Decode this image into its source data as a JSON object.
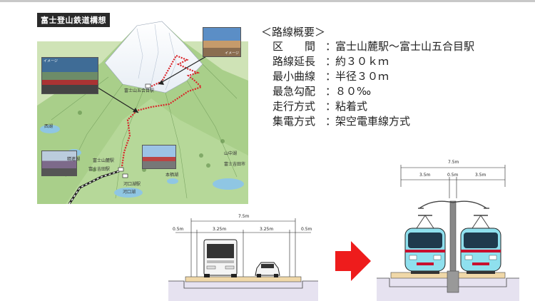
{
  "map": {
    "title": "富士登山鉄道構想",
    "labels": {
      "gogome_station": "富士山五合目駅",
      "fumoto_station": "富士山麓駅",
      "yoshida_station": "富士吉田駅",
      "kawaguchiko_station": "河口湖駅",
      "saiko": "西湖",
      "shojiko": "精進湖",
      "motosuko": "本栖湖",
      "kawaguchiko_lake": "河口湖",
      "yamanakako": "山中湖",
      "fujiyoshida_city": "富士吉田市"
    },
    "photo_caption_left": "イメージ",
    "photo_caption_right": "イメージ"
  },
  "overview": {
    "title": "＜路線概要＞",
    "rows": [
      {
        "key": "区　　間",
        "sep": "：",
        "value": "富士山麓駅～富士山五合目駅"
      },
      {
        "key": "路線延長",
        "sep": "：",
        "value": "約３０ｋｍ"
      },
      {
        "key": "最小曲線",
        "sep": "：",
        "value": "半径３０ｍ"
      },
      {
        "key": "最急勾配",
        "sep": "：",
        "value": "８０‰"
      },
      {
        "key": "走行方式",
        "sep": "：",
        "value": "粘着式"
      },
      {
        "key": "集電方式",
        "sep": "：",
        "value": "架空電車線方式"
      }
    ]
  },
  "road_section": {
    "total": "7.5m",
    "left_shoulder": "0.5m",
    "lane1": "3.25m",
    "lane2": "3.25m",
    "right_shoulder": "0.5m"
  },
  "rail_section": {
    "total": "7.5m",
    "track1": "3.5m",
    "center": "0.5m",
    "track2": "3.5m"
  },
  "colors": {
    "arrow": "#ee1c1c",
    "route": "#d9252a",
    "train_body": "#8fe0ee",
    "train_red": "#c8102e",
    "pavement": "#f0d8a8",
    "ground": "#e6e2f0"
  }
}
